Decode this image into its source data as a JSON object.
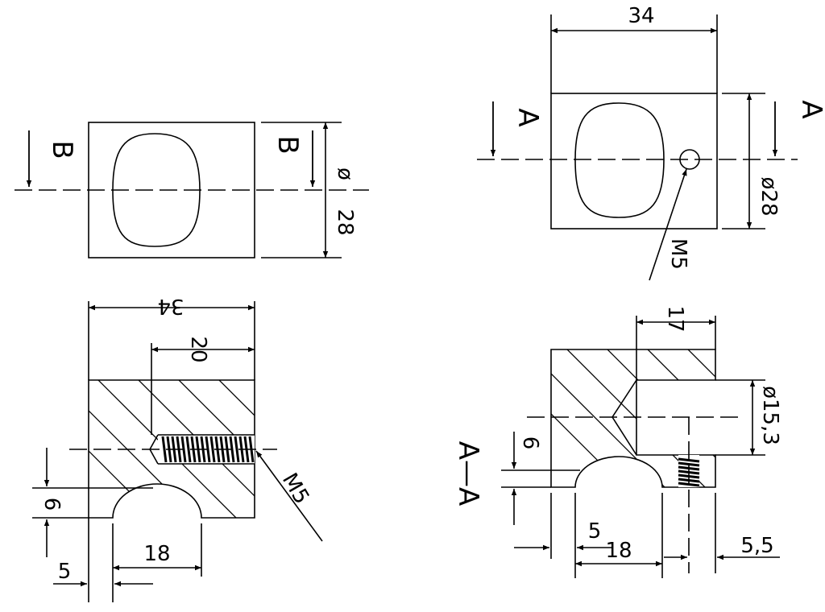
{
  "drawing": {
    "section_b_label": "B",
    "section_a_label": "A",
    "section_aa_label": "A—A"
  },
  "left_top_view": {
    "dia_symbol": "ø",
    "dia_value": "28"
  },
  "left_section": {
    "width": "34",
    "thread_depth": "20",
    "thread": "M5",
    "height_small": "6",
    "offset": "5",
    "groove_width": "18"
  },
  "right_top_view": {
    "width": "34",
    "thread": "M5",
    "dia": "ø28"
  },
  "right_section": {
    "bore_depth": "17",
    "bore_dia": "ø15,3",
    "height_small": "6",
    "offset_left": "5",
    "groove_width": "18",
    "offset_right": "5,5"
  }
}
